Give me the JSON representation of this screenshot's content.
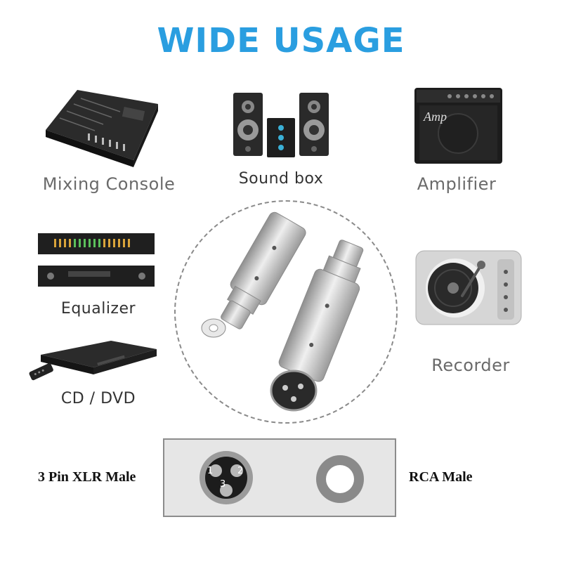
{
  "title": "WIDE USAGE",
  "colors": {
    "title": "#2a9ee0",
    "label": "#6a6a6a",
    "panel": "#e6e6e6",
    "metal": "#c9c9c9"
  },
  "devices": {
    "mixing_console": "Mixing Console",
    "sound_box": "Sound box",
    "amplifier": "Amplifier",
    "equalizer": "Equalizer",
    "cd_dvd": "CD / DVD",
    "recorder": "Recorder"
  },
  "amp_brand": "Amp",
  "connectors": {
    "xlr_label": "3 Pin XLR Male",
    "rca_label": "RCA Male",
    "pins": [
      "1",
      "2",
      "3"
    ]
  }
}
